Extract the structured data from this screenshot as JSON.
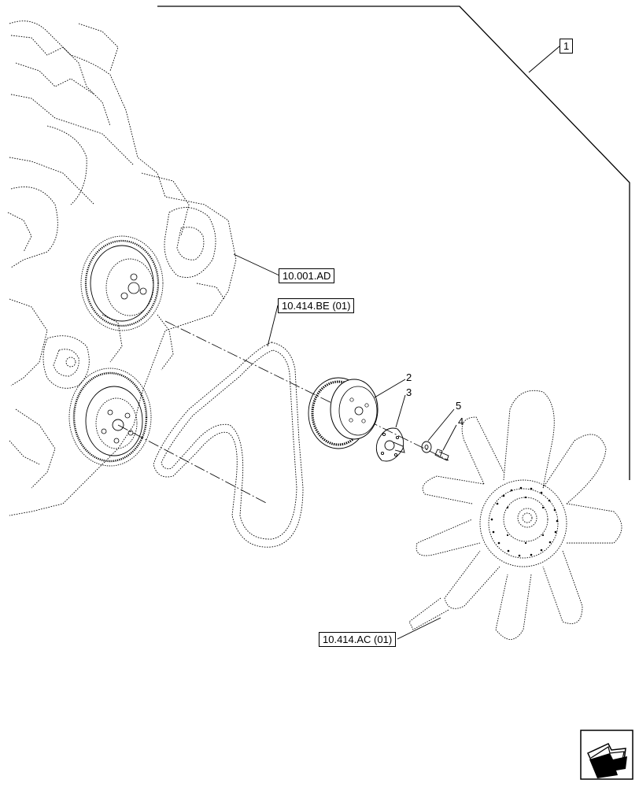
{
  "callouts": {
    "assembly_ref": "1",
    "engine_ref": "10.001.AD",
    "belt_ref": "10.414.BE (01)",
    "fan_ref": "10.414.AC (01)"
  },
  "item_numbers": [
    "2",
    "3",
    "5",
    "4"
  ],
  "icons": {
    "navigation": "next-page-arrow-icon"
  },
  "colors": {
    "line": "#000000",
    "background": "#ffffff"
  }
}
